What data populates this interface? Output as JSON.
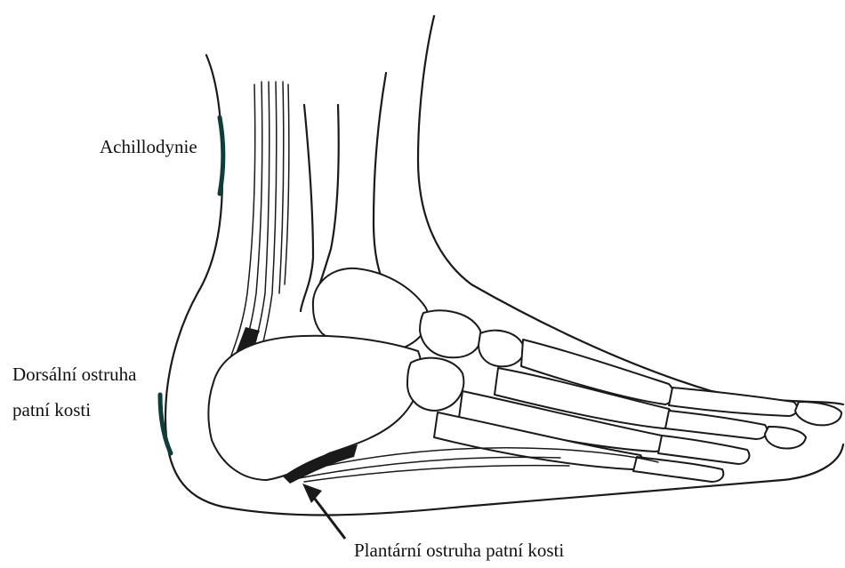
{
  "labels": {
    "achillodynie": "Achillodynie",
    "dorsal_line1": "Dorsální ostruha",
    "dorsal_line2": "patní kosti",
    "plantar": "Plantární ostruha patní kosti"
  },
  "colors": {
    "outline": "#1a1a1a",
    "highlight": "#0f3d3a",
    "background": "#ffffff"
  }
}
